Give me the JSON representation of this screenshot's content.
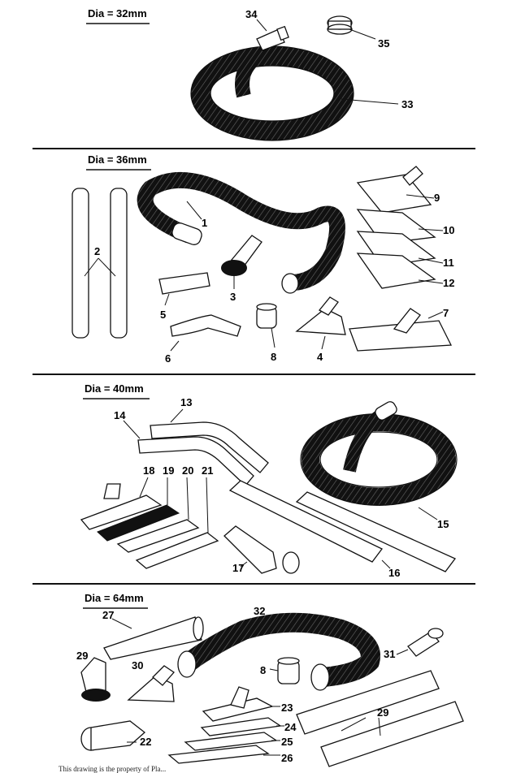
{
  "sections": [
    {
      "header": "Dia = 32mm",
      "parts": [
        "34",
        "35",
        "33"
      ]
    },
    {
      "header": "Dia = 36mm",
      "parts": [
        "9",
        "1",
        "2",
        "10",
        "11",
        "5",
        "3",
        "12",
        "7",
        "6",
        "8",
        "4"
      ]
    },
    {
      "header": "Dia = 40mm",
      "parts": [
        "13",
        "14",
        "18",
        "19",
        "20",
        "21",
        "15",
        "17",
        "16"
      ]
    },
    {
      "header": "Dia = 64mm",
      "parts": [
        "27",
        "32",
        "29",
        "30",
        "8",
        "31",
        "23",
        "29",
        "24",
        "22",
        "25",
        "26"
      ]
    }
  ],
  "footer_text": "This drawing is the property of Pla..."
}
